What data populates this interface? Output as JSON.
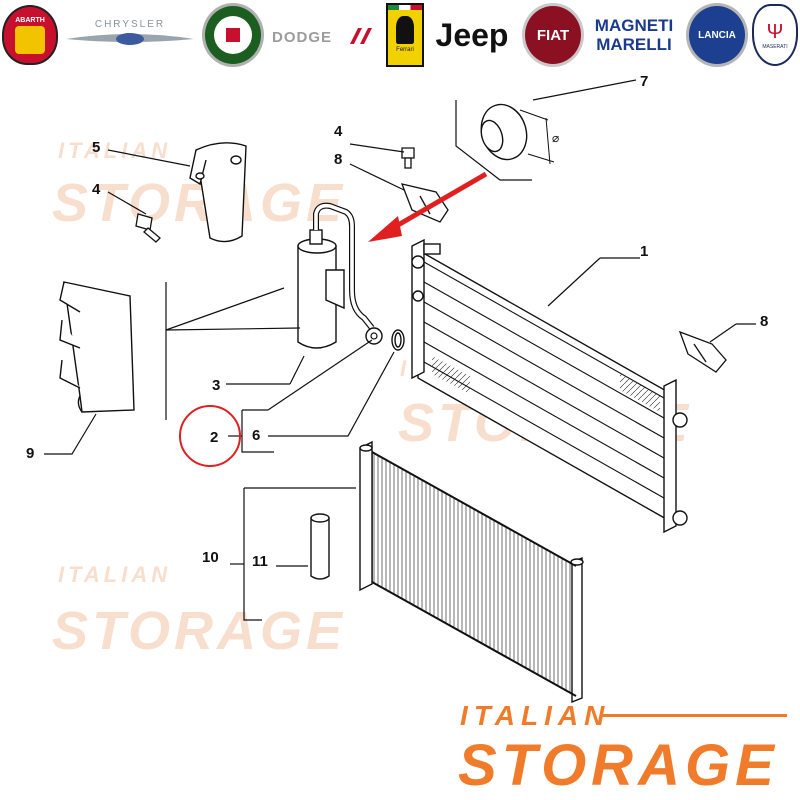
{
  "brands": [
    {
      "name": "abarth-logo",
      "label": "ABARTH"
    },
    {
      "name": "chrysler-logo",
      "label": "CHRYSLER"
    },
    {
      "name": "alfa-romeo-logo",
      "label": "ALFA ROMEO"
    },
    {
      "name": "dodge-logo",
      "label": "DODGE"
    },
    {
      "name": "ferrari-logo",
      "label": "Ferrari"
    },
    {
      "name": "jeep-logo",
      "label": "Jeep"
    },
    {
      "name": "fiat-logo",
      "label": "FIAT"
    },
    {
      "name": "magneti-marelli-logo",
      "label": "MAGNETI MARELLI"
    },
    {
      "name": "lancia-logo",
      "label": "LANCIA"
    },
    {
      "name": "maserati-logo",
      "label": "MASERATI"
    }
  ],
  "watermark": {
    "line1": "ITALIAN",
    "line2": "STORAGE"
  },
  "logo": {
    "line1": "ITALIAN",
    "line2": "STORAGE"
  },
  "callouts": [
    "1",
    "2",
    "3",
    "4",
    "4",
    "5",
    "6",
    "7",
    "8",
    "8",
    "9",
    "10",
    "11"
  ],
  "diameter_symbol": "⌀",
  "colors": {
    "accent": "#f07c2b",
    "watermark": "#f4c4a6",
    "highlight": "#e02020",
    "line": "#111111"
  }
}
